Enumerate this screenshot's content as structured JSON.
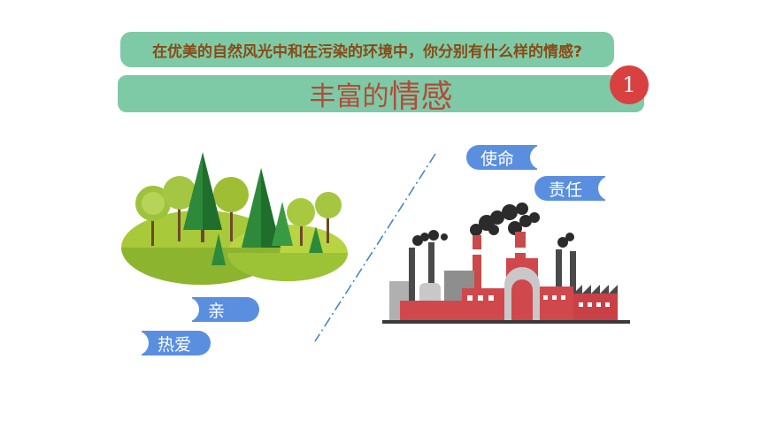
{
  "question": "在优美的自然风光中和在污染的环境中，你分别有什么样的情感?",
  "title": {
    "part1": "丰富的",
    "part2": "情感"
  },
  "badge": "1",
  "tags": {
    "mission": "使命",
    "responsibility": "责任",
    "kin": "亲",
    "love": "热爱"
  },
  "colors": {
    "banner": "#7ecaa6",
    "question_text": "#8a4a16",
    "title_text": "#b34b3a",
    "badge": "#d94141",
    "tag": "#5a8fe0"
  },
  "icons": {
    "left_illustration": "forest-icon",
    "right_illustration": "factory-icon"
  }
}
